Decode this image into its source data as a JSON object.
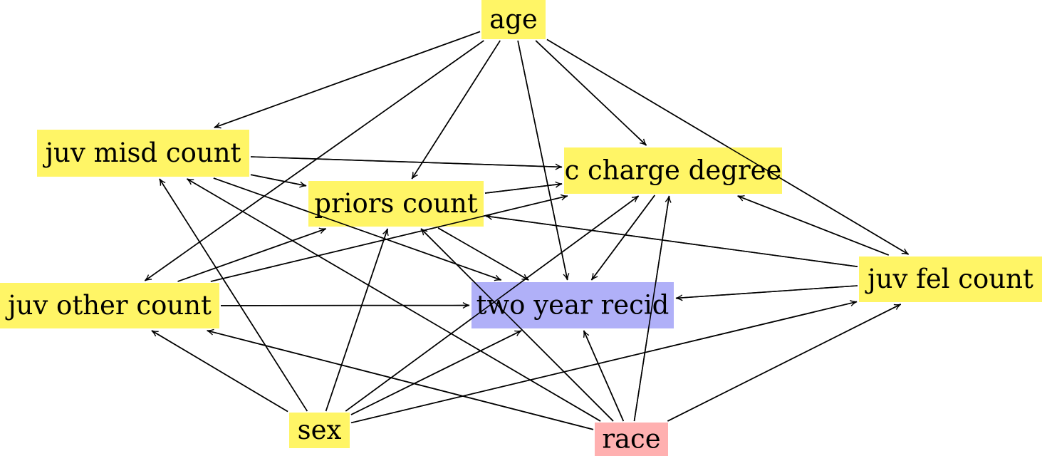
{
  "colors": {
    "feature": "#fff566",
    "target": "#b0b0f8",
    "protected": "#ffb0b0",
    "edge": "#000000"
  },
  "nodes": [
    {
      "id": "age",
      "label": "age",
      "kind": "feature"
    },
    {
      "id": "juv_misd_count",
      "label": "juv misd count",
      "kind": "feature"
    },
    {
      "id": "c_charge_degree",
      "label": "c charge degree",
      "kind": "feature"
    },
    {
      "id": "priors_count",
      "label": "priors count",
      "kind": "feature"
    },
    {
      "id": "juv_other_count",
      "label": "juv other count",
      "kind": "feature"
    },
    {
      "id": "two_year_recid",
      "label": "two year recid",
      "kind": "target"
    },
    {
      "id": "juv_fel_count",
      "label": "juv fel count",
      "kind": "feature"
    },
    {
      "id": "sex",
      "label": "sex",
      "kind": "feature"
    },
    {
      "id": "race",
      "label": "race",
      "kind": "protected"
    }
  ],
  "edges": [
    [
      "age",
      "juv_misd_count"
    ],
    [
      "age",
      "priors_count"
    ],
    [
      "age",
      "juv_other_count"
    ],
    [
      "age",
      "two_year_recid"
    ],
    [
      "age",
      "c_charge_degree"
    ],
    [
      "age",
      "juv_fel_count"
    ],
    [
      "juv_misd_count",
      "c_charge_degree"
    ],
    [
      "juv_misd_count",
      "priors_count"
    ],
    [
      "juv_misd_count",
      "two_year_recid"
    ],
    [
      "priors_count",
      "c_charge_degree"
    ],
    [
      "priors_count",
      "two_year_recid"
    ],
    [
      "juv_other_count",
      "priors_count"
    ],
    [
      "juv_other_count",
      "c_charge_degree"
    ],
    [
      "juv_other_count",
      "two_year_recid"
    ],
    [
      "c_charge_degree",
      "two_year_recid"
    ],
    [
      "juv_fel_count",
      "c_charge_degree"
    ],
    [
      "juv_fel_count",
      "priors_count"
    ],
    [
      "juv_fel_count",
      "two_year_recid"
    ],
    [
      "sex",
      "juv_misd_count"
    ],
    [
      "sex",
      "priors_count"
    ],
    [
      "sex",
      "juv_other_count"
    ],
    [
      "sex",
      "c_charge_degree"
    ],
    [
      "sex",
      "two_year_recid"
    ],
    [
      "sex",
      "juv_fel_count"
    ],
    [
      "race",
      "juv_misd_count"
    ],
    [
      "race",
      "juv_other_count"
    ],
    [
      "race",
      "priors_count"
    ],
    [
      "race",
      "two_year_recid"
    ],
    [
      "race",
      "c_charge_degree"
    ],
    [
      "race",
      "juv_fel_count"
    ]
  ]
}
